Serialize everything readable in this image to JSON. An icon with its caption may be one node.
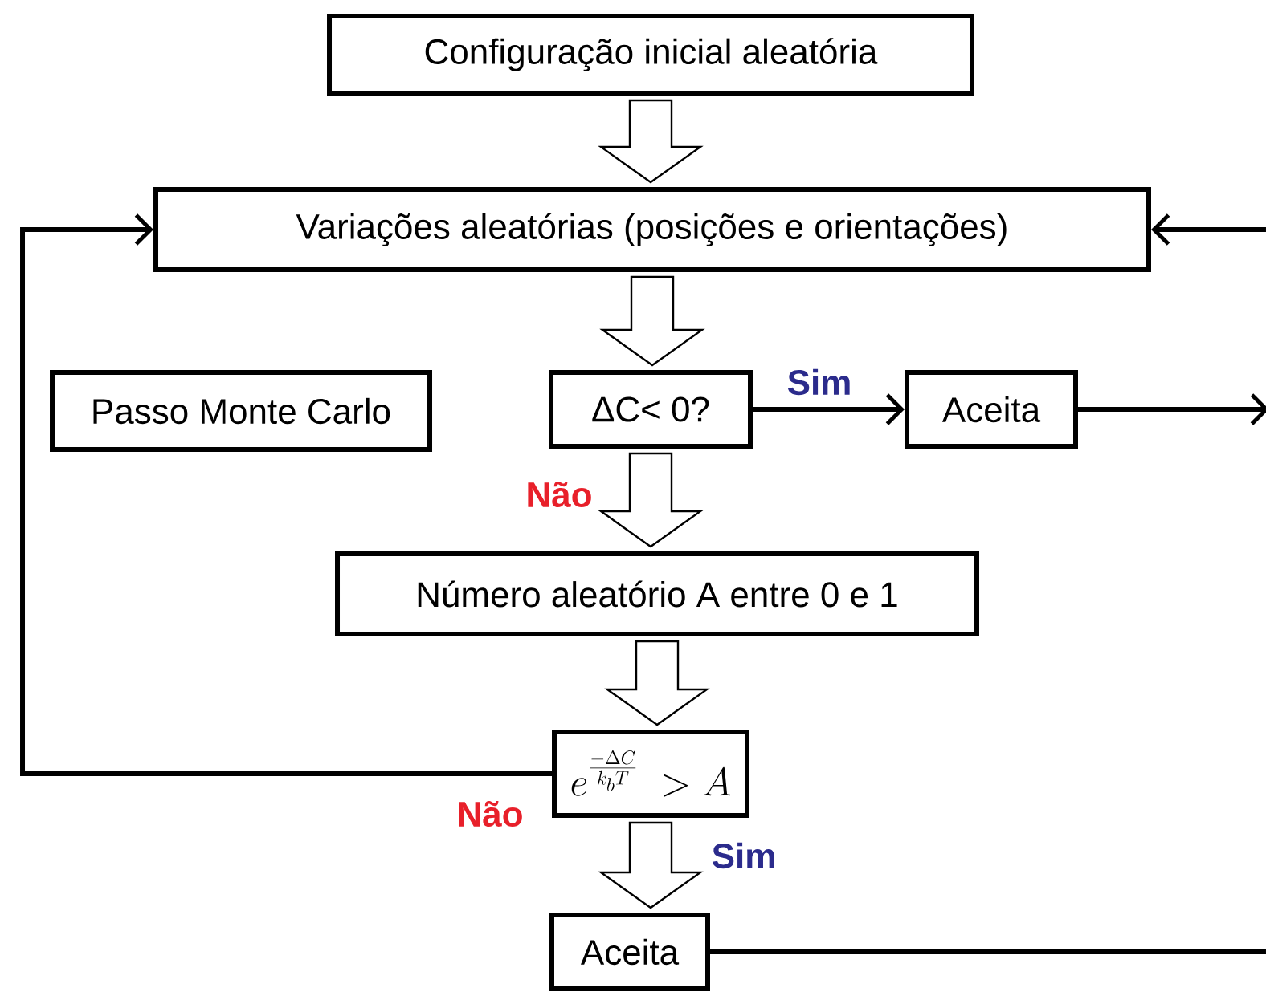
{
  "diagram": {
    "nodes": [
      {
        "text": [
          "Configuração inicial aleatória"
        ]
      },
      {
        "text": [
          "Variações aleatórias (posições e orientações)"
        ]
      },
      {
        "text": [
          "Passo Monte Carlo"
        ]
      },
      {
        "text": [
          "ΔC< 0?"
        ]
      },
      {
        "text": [
          "Aceita"
        ]
      },
      {
        "text": [
          "Número aleatório A entre 0 e 1"
        ]
      },
      {
        "text": [
          "e^{\\frac{-\\Delta C}{k_bT}} \\; > A"
        ]
      },
      {
        "text": [
          "Aceita"
        ]
      }
    ],
    "edges": [
      {
        "from": 0,
        "to": 1,
        "arrow": "to",
        "style": "thick"
      },
      {
        "from": 1,
        "to": 3,
        "arrow": "to",
        "style": "thick"
      },
      {
        "from": 3,
        "to": 4,
        "arrow": "to",
        "label": "Sim"
      },
      {
        "from": 4,
        "to": null,
        "arrow": "to"
      },
      {
        "from": 3,
        "to": 5,
        "arrow": "to",
        "style": "thick",
        "label": "Não"
      },
      {
        "from": 5,
        "to": 6,
        "arrow": "to",
        "style": "thick"
      },
      {
        "from": 6,
        "to": 1,
        "arrow": "to",
        "label": "Não"
      },
      {
        "from": 6,
        "to": 7,
        "arrow": "to",
        "style": "thick",
        "label": "Sim"
      },
      {
        "from": null,
        "to": 1,
        "arrow": "to"
      },
      {
        "from": 7,
        "to": null,
        "arrow": "none"
      }
    ]
  }
}
